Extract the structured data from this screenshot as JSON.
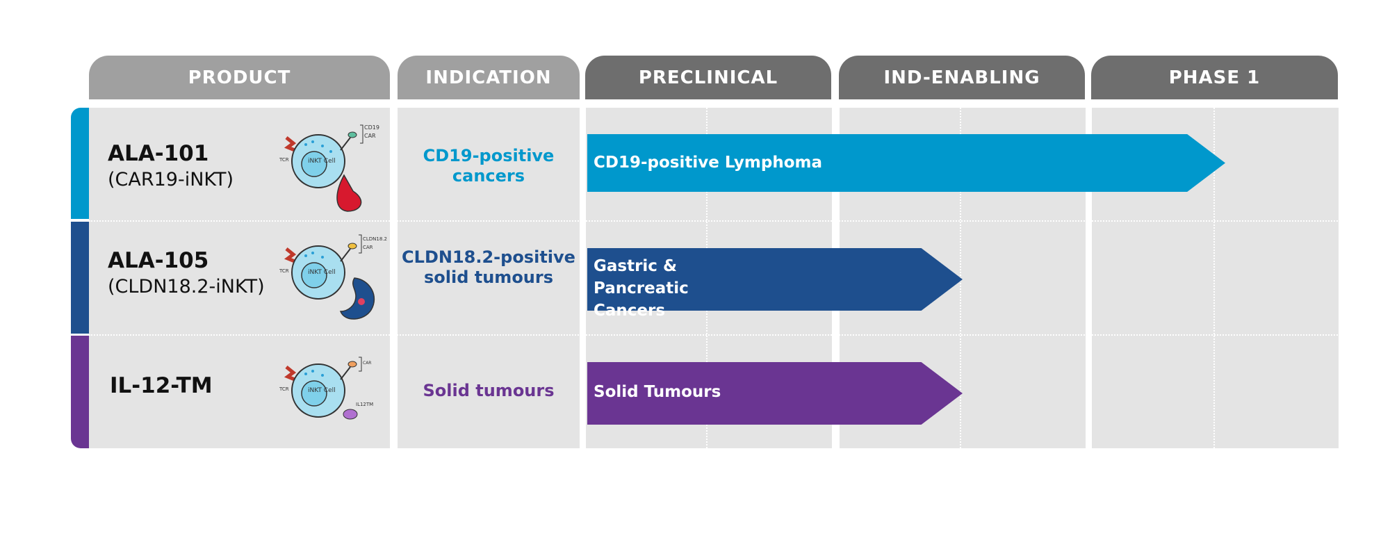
{
  "chart_data": {
    "type": "table",
    "columns": [
      "PRODUCT",
      "INDICATION",
      "PRECLINICAL",
      "IND-ENABLING",
      "PHASE 1"
    ],
    "rows": [
      {
        "product": "ALA-101",
        "subtitle": "(CAR19-iNKT)",
        "indication": "CD19-positive cancers",
        "bar_label": "CD19-positive Lymphoma",
        "progress": 0.85,
        "color": "#0098cc",
        "icon_labels": [
          "CD19",
          "CAR",
          "TCR"
        ]
      },
      {
        "product": "ALA-105",
        "subtitle": "(CLDN18.2-iNKT)",
        "indication": "CLDN18.2-positive solid tumours",
        "bar_label": "Gastric & Pancreatic Cancers",
        "progress": 0.5,
        "color": "#1e4f8e",
        "icon_labels": [
          "CLDN18.2",
          "CAR",
          "TCR"
        ]
      },
      {
        "product": "IL-12-TM",
        "subtitle": "",
        "indication": "Solid tumours",
        "bar_label": "Solid Tumours",
        "progress": 0.5,
        "color": "#6a3592",
        "icon_labels": [
          "CAR",
          "IL12TM",
          "TCR"
        ]
      }
    ]
  },
  "theme": {
    "header_light": "#a0a0a0",
    "header_dark": "#6e6e6e",
    "cell_bg": "#e4e4e4"
  },
  "icons": [
    "inkt-cell-icon",
    "blood-drop-icon",
    "stomach-icon",
    "il12-molecule-icon"
  ],
  "cell_text": "iNKT Cell"
}
